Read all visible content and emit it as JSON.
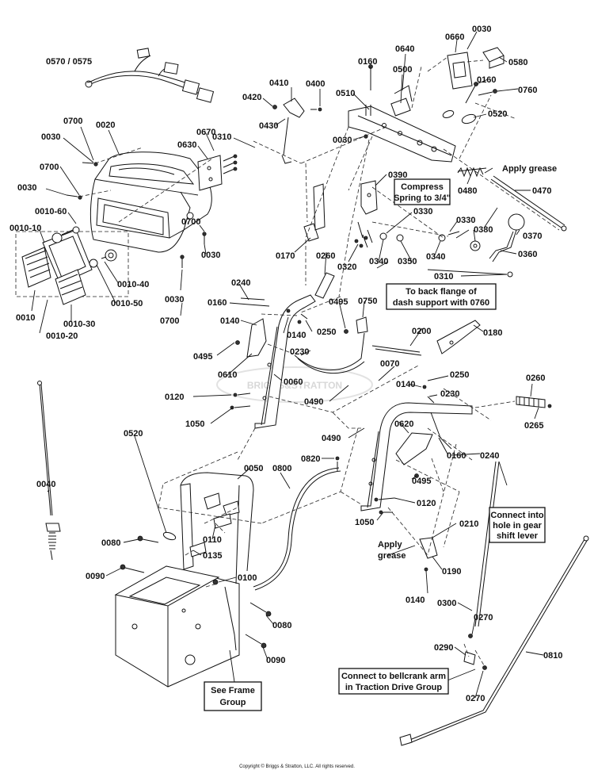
{
  "labels": {
    "p0570": "0570 / 0575",
    "p0700a": "0700",
    "p0020": "0020",
    "p0030a": "0030",
    "p0670": "0670",
    "p0630": "0630",
    "p0310a": "0310",
    "p0700b": "0700",
    "p0030b": "0030",
    "p0010_60": "0010-60",
    "p0010_10": "0010-10",
    "p0700c": "0700",
    "p0030c": "0030",
    "p0010_40": "0010-40",
    "p0010_50": "0010-50",
    "p0030d": "0030",
    "p0010": "0010",
    "p0010_30": "0010-30",
    "p0700d": "0700",
    "p0010_20": "0010-20",
    "p0410": "0410",
    "p0400": "0400",
    "p0420": "0420",
    "p0430": "0430",
    "p0160a": "0160",
    "p0500": "0500",
    "p0640": "0640",
    "p0660": "0660",
    "p0030e": "0030",
    "p0580": "0580",
    "p0510": "0510",
    "p0160b": "0160",
    "p0760": "0760",
    "p0030f": "0030",
    "p0520a": "0520",
    "p0390": "0390",
    "p0330a": "0330",
    "p0480": "0480",
    "p0470": "0470",
    "p0330b": "0330",
    "p0380": "0380",
    "p0370": "0370",
    "p0320": "0320",
    "p0340a": "0340",
    "p0350": "0350",
    "p0340b": "0340",
    "p0360": "0360",
    "p0310b": "0310",
    "p0170": "0170",
    "p0260a": "0260",
    "p0240a": "0240",
    "p0160c": "0160",
    "p0495a": "0495",
    "p0750": "0750",
    "p0140a": "0140",
    "p0250a": "0250",
    "p0140b": "0140",
    "p0230a": "0230",
    "p0200": "0200",
    "p0180": "0180",
    "p0495b": "0495",
    "p0610": "0610",
    "p0060": "0060",
    "p0070": "0070",
    "p0140c": "0140",
    "p0250b": "0250",
    "p0230b": "0230",
    "p0260b": "0260",
    "p0120a": "0120",
    "p0490a": "0490",
    "p1050a": "1050",
    "p0265": "0265",
    "p0490b": "0490",
    "p0620": "0620",
    "p0160d": "0160",
    "p0240b": "0240",
    "p0520b": "0520",
    "p0820": "0820",
    "p0495c": "0495",
    "p0050": "0050",
    "p0800": "0800",
    "p0040": "0040",
    "p0120b": "0120",
    "p1050b": "1050",
    "p0210": "0210",
    "p0080a": "0080",
    "p0110": "0110",
    "p0135": "0135",
    "p0100": "0100",
    "p0190": "0190",
    "p0090a": "0090",
    "p0140d": "0140",
    "p0300": "0300",
    "p0080b": "0080",
    "p0270a": "0270",
    "p0810": "0810",
    "p0090b": "0090",
    "p0290": "0290",
    "p0270b": "0270"
  },
  "callouts": {
    "apply_grease_1": "Apply grease",
    "compress_line1": "Compress",
    "compress_line2": "Spring to 3/4\"",
    "back_flange_line1": "To back flange of",
    "back_flange_line2": "dash support with 0760",
    "connect_gear_line1": "Connect into",
    "connect_gear_line2": "hole in gear",
    "connect_gear_line3": "shift lever",
    "apply_grease_2_line1": "Apply",
    "apply_grease_2_line2": "grease",
    "see_frame_line1": "See Frame",
    "see_frame_line2": "Group",
    "bellcrank_line1": "Connect to bellcrank arm",
    "bellcrank_line2": "in Traction Drive Group"
  },
  "watermark": "BRIGGS&STRATTON",
  "copyright": "Copyright © Briggs & Stratton, LLC. All rights reserved."
}
